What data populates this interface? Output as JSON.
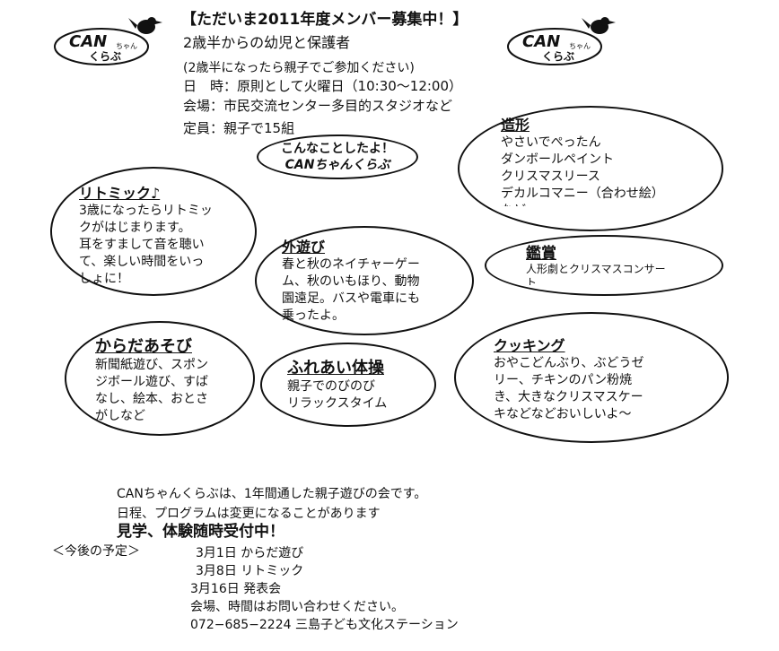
{
  "logo": {
    "line1": "CAN",
    "small": "ちゃん",
    "line2": "くらぶ"
  },
  "header": {
    "title": "【ただいま2011年度メンバー募集中！】",
    "subtitle": "2歳半からの幼児と保護者",
    "note": "(2歳半になったら親子でご参加ください)",
    "schedule": "日　時：原則として火曜日（10:30〜12:00）",
    "venue": "会場：市民交流センター多目的スタジオなど",
    "capacity": "定員：親子で15組"
  },
  "center_bubble": {
    "line1": "こんなことしたよ！",
    "line2": "CANちゃんくらぶ"
  },
  "bubbles": {
    "zokei": {
      "title": "造形",
      "lines": [
        "やさいでぺったん",
        "ダンボールペイント",
        "クリスマスリース",
        "デカルコマニー（合わせ絵）",
        "など"
      ]
    },
    "rhythmic": {
      "title": "リトミック♪",
      "lines": [
        "3歳になったらリトミッ",
        "クがはじまります。",
        "耳をすまして音を聴い",
        "て、楽しい時間をいっ",
        "しょに！"
      ]
    },
    "sotoasobi": {
      "title": "外遊び",
      "lines": [
        "春と秋のネイチャーゲー",
        "ム、秋のいもほり、動物",
        "園遠足。バスや電車にも",
        "乗ったよ。"
      ]
    },
    "kansho": {
      "title": "鑑賞",
      "lines": [
        "人形劇とクリスマスコンサー",
        "ト"
      ]
    },
    "karada": {
      "title": "からだあそび",
      "lines": [
        "新聞紙遊び、スポン",
        "ジボール遊び、すば",
        "なし、絵本、おとさ",
        "がしなど"
      ]
    },
    "fureai": {
      "title": "ふれあい体操",
      "lines": [
        "親子でのびのび",
        "リラックスタイム"
      ]
    },
    "cooking": {
      "title": "クッキング",
      "lines": [
        "おやこどんぶり、ぶどうゼ",
        "リー、チキンのパン粉焼",
        "き、大きなクリスマスケー",
        "キなどなどおいしいよ〜"
      ]
    }
  },
  "footer": {
    "about": "CANちゃんくらぶは、1年間通した親子遊びの会です。",
    "notice": "日程、プログラムは変更になることがあります",
    "visit": "見学、体験随時受付中！",
    "upcoming_label": "＜今後の予定＞",
    "events": [
      "3月1日  からだ遊び",
      "3月8日  リトミック",
      "3月16日  発表会"
    ],
    "contact": "会場、時間はお問い合わせください。",
    "phone": "072−685−2224  三島子ども文化ステーション"
  }
}
